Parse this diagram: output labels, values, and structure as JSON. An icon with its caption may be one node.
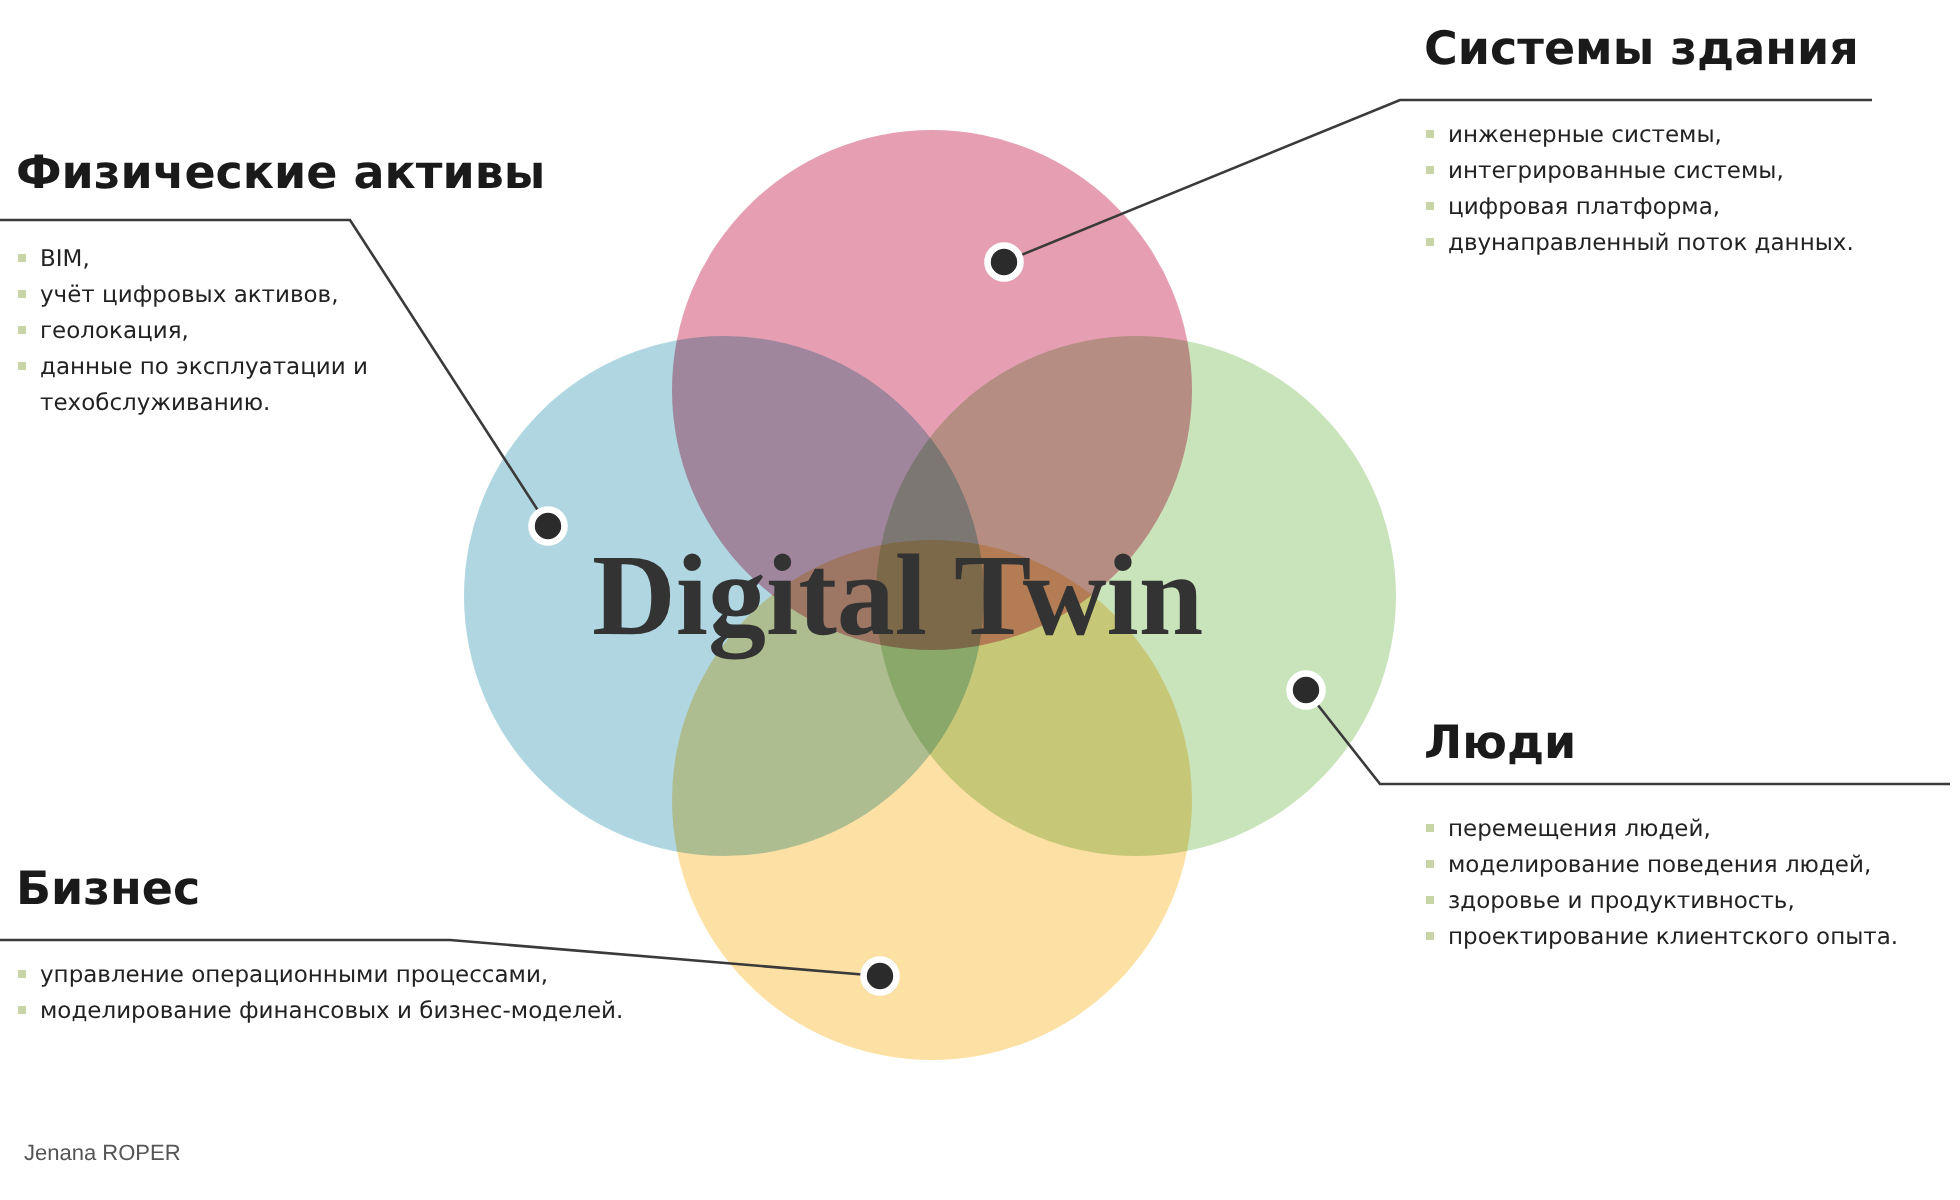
{
  "diagram": {
    "nodes": [
      {
        "text": [
          "Системы здания",
          "инженерные системы,",
          "интегрированные системы,",
          "цифровая платформа,",
          "двунаправленный поток данных."
        ]
      },
      {
        "text": [
          "Физические активы",
          "BIM,",
          "учёт цифровых активов,",
          "геолокация,",
          "данные по эксплуатации и техобслуживанию."
        ]
      },
      {
        "text": [],
        "shape": "circle"
      },
      {
        "text": [],
        "shape": "circle"
      },
      {
        "text": [],
        "shape": "circle"
      },
      {
        "text": [],
        "shape": "circle"
      },
      {
        "text": [
          "Люди",
          "перемещения людей,",
          "моделирование поведения людей,",
          "здоровье и продуктивность,",
          "проектирование клиентского опыта."
        ]
      },
      {
        "text": [
          "Бизнес",
          "управление операционными процессами,",
          "моделирование финансовых и бизнес-моделей."
        ]
      }
    ],
    "edges": [
      {
        "from": 0,
        "to": 2,
        "arrow": "other"
      },
      {
        "from": 1,
        "to": 3,
        "arrow": "other"
      },
      {
        "from": 6,
        "to": 4,
        "arrow": "other"
      },
      {
        "from": 7,
        "to": 5,
        "arrow": "other"
      }
    ],
    "labels": [
      "Digital Twin",
      "Jenana ROPER"
    ]
  }
}
